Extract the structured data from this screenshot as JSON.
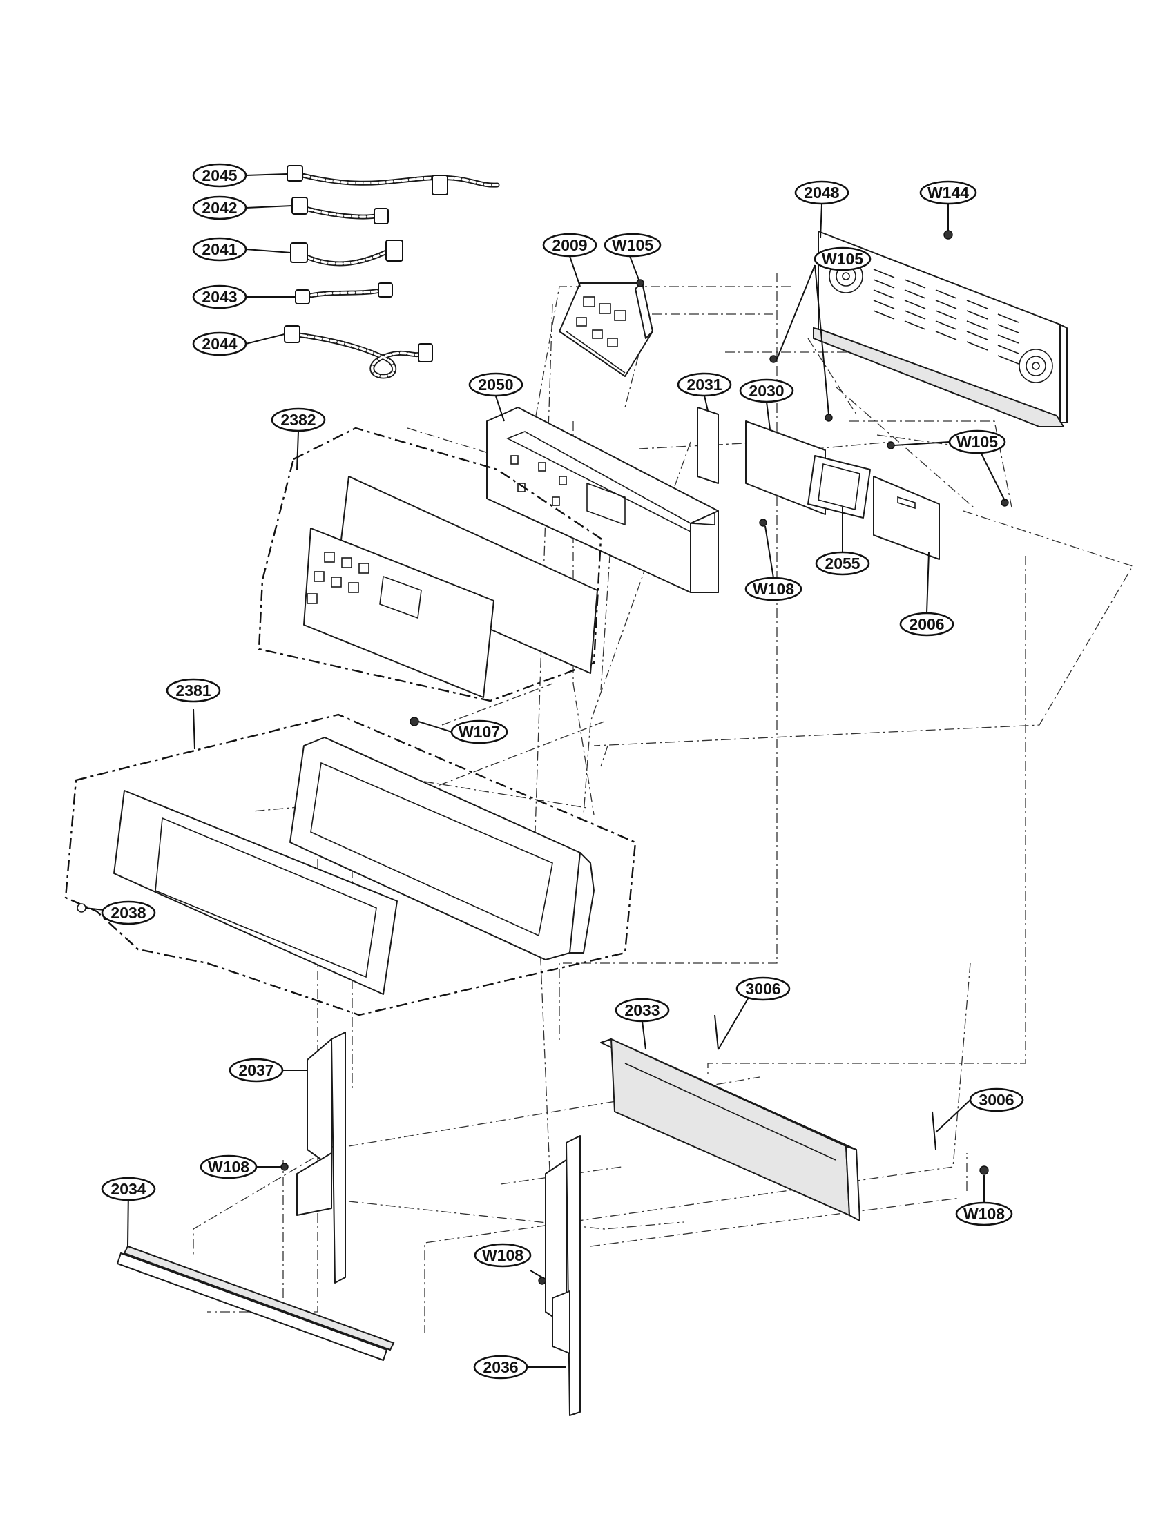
{
  "callouts": {
    "c2045": "2045",
    "c2042": "2042",
    "c2041": "2041",
    "c2043": "2043",
    "c2044": "2044",
    "c2009": "2009",
    "cW105a": "W105",
    "c2048": "2048",
    "cW144": "W144",
    "c2050": "2050",
    "c2031": "2031",
    "c2030": "2030",
    "cW105b": "W105",
    "cW105c": "W105",
    "c2382": "2382",
    "c2055": "2055",
    "cW108a": "W108",
    "c2006": "2006",
    "c2381": "2381",
    "cW107": "W107",
    "c2038": "2038",
    "c3006a": "3006",
    "c2033": "2033",
    "c2037": "2037",
    "c3006b": "3006",
    "cW108b": "W108",
    "c2034": "2034",
    "cW108c": "W108",
    "cW108d": "W108",
    "c2036": "2036"
  }
}
